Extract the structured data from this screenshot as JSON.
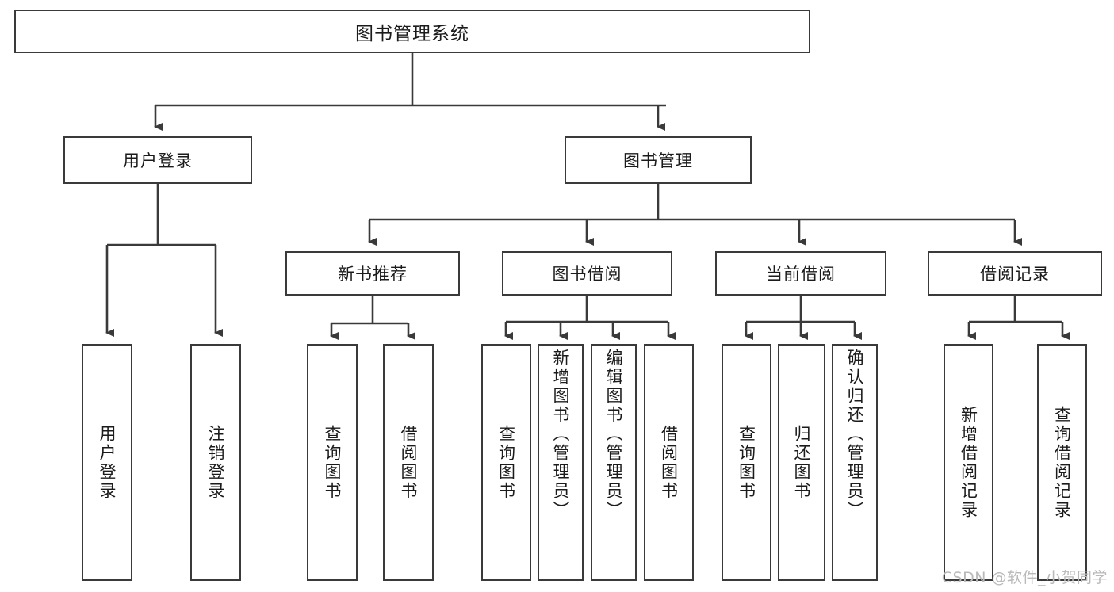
{
  "diagram": {
    "title": "图书管理系统",
    "type": "tree-hierarchy",
    "root": {
      "id": "root",
      "label": "图书管理系统"
    },
    "level2": [
      {
        "id": "user-login",
        "label": "用户登录"
      },
      {
        "id": "book-management",
        "label": "图书管理"
      }
    ],
    "level3": [
      {
        "id": "new-book-recommend",
        "label": "新书推荐",
        "parent": "book-management"
      },
      {
        "id": "book-borrow",
        "label": "图书借阅",
        "parent": "book-management"
      },
      {
        "id": "current-borrow",
        "label": "当前借阅",
        "parent": "book-management"
      },
      {
        "id": "borrow-record",
        "label": "借阅记录",
        "parent": "book-management"
      }
    ],
    "leaves": {
      "user_login": [
        {
          "id": "leaf-user-login",
          "label": "用户登录"
        },
        {
          "id": "leaf-logout",
          "label": "注销登录"
        }
      ],
      "new_book_recommend": [
        {
          "id": "leaf-query-book-1",
          "label": "查询图书"
        },
        {
          "id": "leaf-borrow-book-1",
          "label": "借阅图书"
        }
      ],
      "book_borrow": [
        {
          "id": "leaf-query-book-2",
          "label": "查询图书"
        },
        {
          "id": "leaf-add-book",
          "label": "新增图书（管理员）"
        },
        {
          "id": "leaf-edit-book",
          "label": "编辑图书（管理员）"
        },
        {
          "id": "leaf-borrow-book-2",
          "label": "借阅图书"
        }
      ],
      "current_borrow": [
        {
          "id": "leaf-query-book-3",
          "label": "查询图书"
        },
        {
          "id": "leaf-return-book",
          "label": "归还图书"
        },
        {
          "id": "leaf-confirm-return",
          "label": "确认归还（管理员）"
        }
      ],
      "borrow_record": [
        {
          "id": "leaf-add-record",
          "label": "新增借阅记录"
        },
        {
          "id": "leaf-query-record",
          "label": "查询借阅记录"
        }
      ]
    }
  },
  "watermark": {
    "text": "CSDN @软件_小贺同学"
  },
  "colors": {
    "stroke": "#3a3a3a",
    "text": "#1b1b1b",
    "background": "#ffffff",
    "watermark": "#b9b9b9"
  }
}
